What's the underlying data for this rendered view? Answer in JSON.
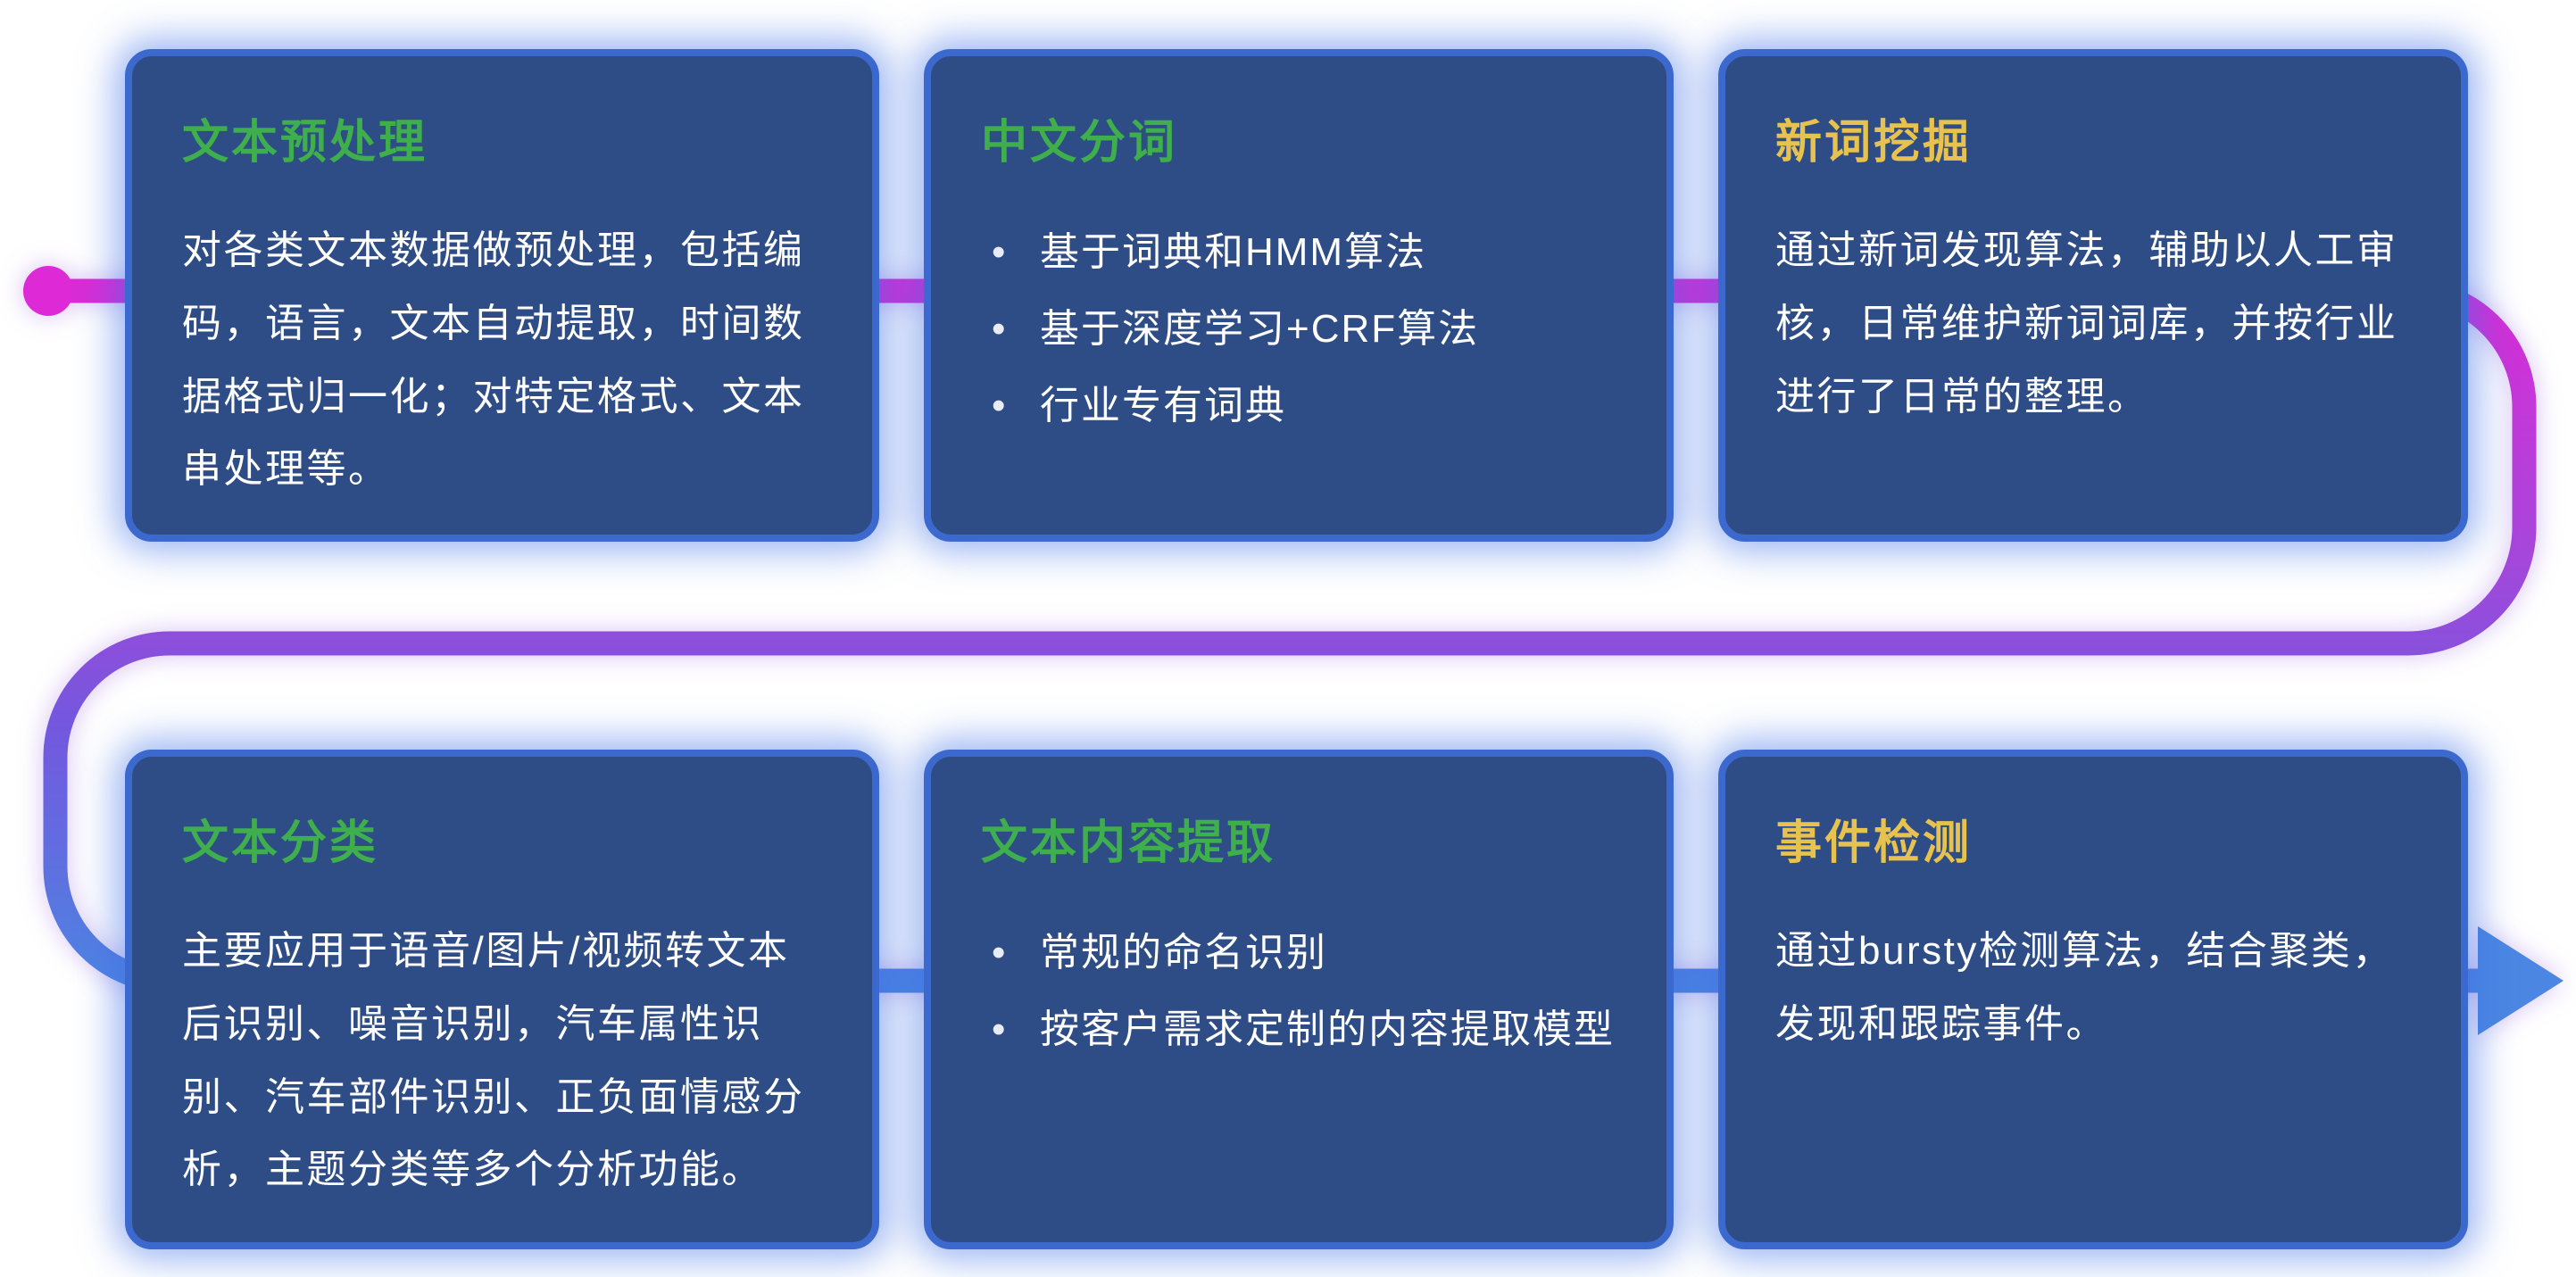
{
  "colors": {
    "card_background": "#2e4c85",
    "card_border": "#3c69ce",
    "card_glow": "#3e70e8",
    "title_green": "#3fae4d",
    "title_yellow": "#e8c24f",
    "body_text": "#ffffff",
    "flow_start_magenta": "#dd2ad6",
    "flow_mid_purple": "#8a4ddb",
    "flow_end_blue": "#4b87e2"
  },
  "flow": {
    "start_marker": "dot",
    "end_marker": "arrow-right",
    "direction": "s-curve left-to-right, down, right-to-left is reversed into second row"
  },
  "cards": [
    {
      "id": "text-preprocessing",
      "title": "文本预处理",
      "title_color": "#3fae4d",
      "type": "paragraph",
      "body": "对各类文本数据做预处理，包括编码，语言，文本自动提取，时间数据格式归一化；对特定格式、文本串处理等。"
    },
    {
      "id": "chinese-word-segmentation",
      "title": "中文分词",
      "title_color": "#3fae4d",
      "type": "bullets",
      "bullets": [
        "基于词典和HMM算法",
        "基于深度学习+CRF算法",
        "行业专有词典"
      ]
    },
    {
      "id": "new-word-mining",
      "title": "新词挖掘",
      "title_color": "#e8c24f",
      "type": "paragraph",
      "body": "通过新词发现算法，辅助以人工审核，日常维护新词词库，并按行业进行了日常的整理。"
    },
    {
      "id": "text-classification",
      "title": "文本分类",
      "title_color": "#3fae4d",
      "type": "paragraph",
      "body": "主要应用于语音/图片/视频转文本后识别、噪音识别，汽车属性识别、汽车部件识别、正负面情感分析，主题分类等多个分析功能。"
    },
    {
      "id": "text-content-extraction",
      "title": "文本内容提取",
      "title_color": "#3fae4d",
      "type": "bullets",
      "bullets": [
        "常规的命名识别",
        "按客户需求定制的内容提取模型"
      ]
    },
    {
      "id": "event-detection",
      "title": "事件检测",
      "title_color": "#e8c24f",
      "type": "paragraph",
      "body": "通过bursty检测算法，结合聚类，发现和跟踪事件。"
    }
  ]
}
